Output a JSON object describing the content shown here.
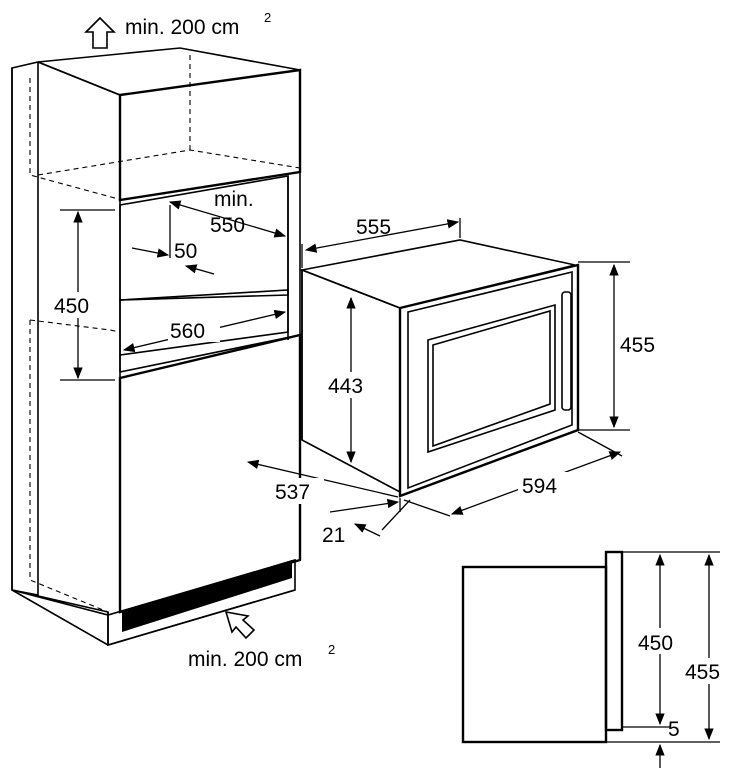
{
  "cabinet": {
    "vent_top": {
      "text": "min. 200 cm",
      "sup": "2"
    },
    "vent_bottom": {
      "text": "min. 200 cm",
      "sup": "2"
    },
    "niche_depth_min": "min.",
    "niche_depth": "550",
    "gap": "50",
    "niche_height": "450",
    "niche_width": "560"
  },
  "appliance": {
    "top_depth": "555",
    "front_height": "455",
    "body_height": "443",
    "body_depth": "537",
    "front_width": "594",
    "front_thickness": "21"
  },
  "side_view": {
    "inner_height": "450",
    "outer_height": "455",
    "bottom_offset": "5"
  }
}
